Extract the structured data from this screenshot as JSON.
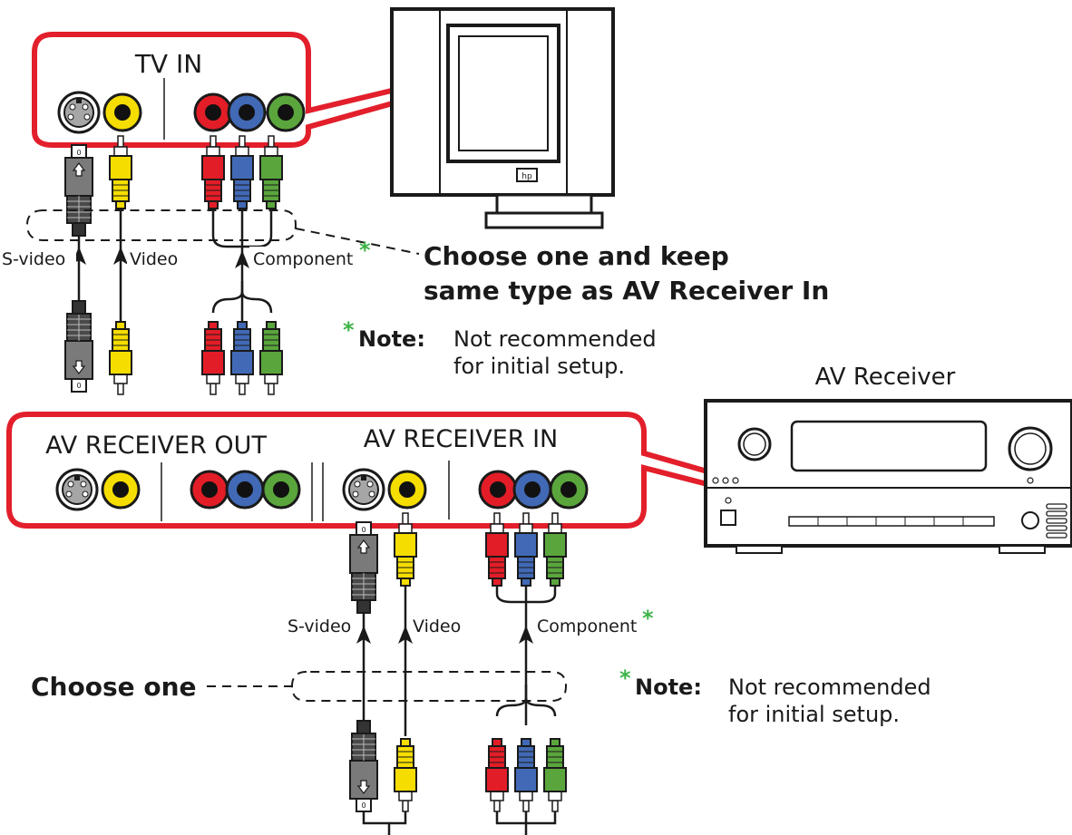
{
  "colors": {
    "panel_border": "#e21f2b",
    "red": "#e31d27",
    "blue": "#4169b5",
    "green": "#5aa63c",
    "yellow": "#f5dd00",
    "asterisk": "#3fb449"
  },
  "tv_panel": {
    "title": "TV IN"
  },
  "tv_cables": {
    "svideo": "S-video",
    "video": "Video",
    "component": "Component",
    "asterisk": "*"
  },
  "choose_tv": {
    "line1": "Choose one and keep",
    "line2": "same type as AV Receiver In"
  },
  "note_top": {
    "asterisk": "*",
    "label": "Note:",
    "line1": "Not recommended",
    "line2": "for initial setup."
  },
  "tv_logo": "hp",
  "av_receiver_label": "AV Receiver",
  "av_panel": {
    "out_title": "AV RECEIVER OUT",
    "in_title": "AV RECEIVER IN"
  },
  "av_cables": {
    "svideo": "S-video",
    "video": "Video",
    "component": "Component",
    "asterisk": "*"
  },
  "choose_av": "Choose one",
  "note_bottom": {
    "asterisk": "*",
    "label": "Note:",
    "line1": "Not recommended",
    "line2": "for initial setup."
  },
  "connector_marks": {
    "svideo_top": "0",
    "svideo_bottom": "0"
  },
  "icons": [
    "svideo-port-icon",
    "rca-port-icon",
    "svideo-plug-icon",
    "rca-plug-icon",
    "arrow-up-icon",
    "tv-icon",
    "av-receiver-icon"
  ]
}
